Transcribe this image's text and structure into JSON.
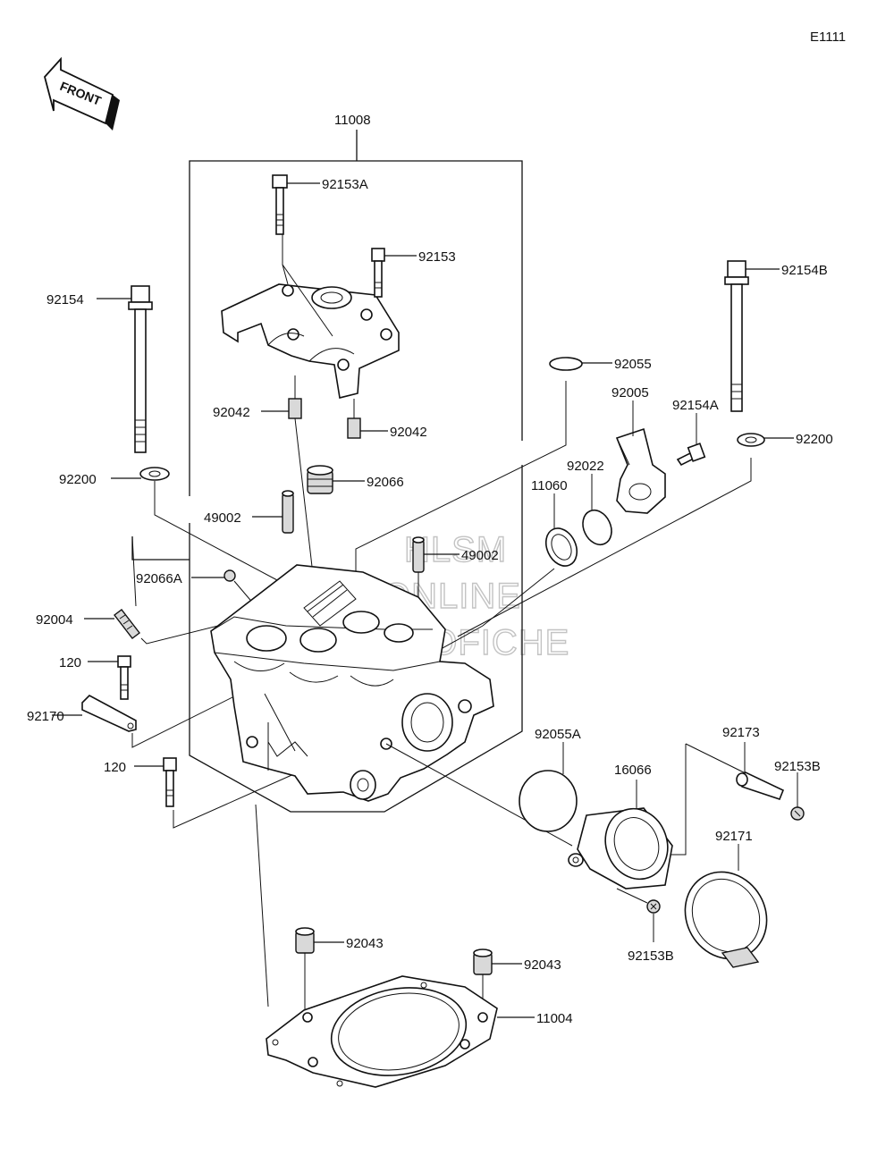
{
  "diagram_id": "E1111",
  "front_arrow_label": "FRONT",
  "watermark": [
    "HLSM",
    "ONLINE",
    "MICROFICHE"
  ],
  "labels": {
    "p11008": "11008",
    "p92153A": "92153A",
    "p92153": "92153",
    "p92154": "92154",
    "p92154B": "92154B",
    "p92055": "92055",
    "p92005": "92005",
    "p92154A": "92154A",
    "p92200_left": "92200",
    "p92200_right": "92200",
    "p92042_left": "92042",
    "p92042_right": "92042",
    "p92066": "92066",
    "p92022": "92022",
    "p11060": "11060",
    "p49002_left": "49002",
    "p49002_right": "49002",
    "p92066A": "92066A",
    "p92004": "92004",
    "p120_top": "120",
    "p92170": "92170",
    "p120_bottom": "120",
    "p92055A": "92055A",
    "p16066": "16066",
    "p92173": "92173",
    "p92153B_top": "92153B",
    "p92171": "92171",
    "p92153B_bottom": "92153B",
    "p92043_left": "92043",
    "p92043_right": "92043",
    "p11004": "11004"
  }
}
